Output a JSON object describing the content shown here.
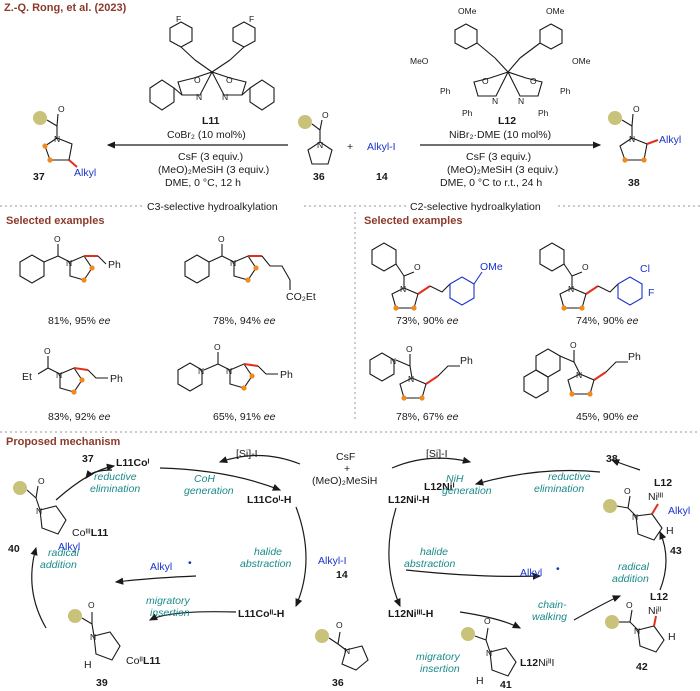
{
  "header": {
    "citation": "Z.-Q. Rong, et al. (2023)"
  },
  "top": {
    "ligand_left": "L11",
    "ligand_right": "L12",
    "catalyst_left": "CoBr₂ (10 mol%)",
    "base_left": "CsF (3 equiv.)",
    "silane_left": "(MeO)₂MeSiH (3 equiv.)",
    "cond_left": "DME, 0 °C, 12 h",
    "catalyst_right": "NiBr₂·DME (10 mol%)",
    "base_right": "CsF (3 equiv.)",
    "silane_right": "(MeO)₂MeSiH (3 equiv.)",
    "cond_right": "DME, 0 °C to r.t., 24 h",
    "plus": "+",
    "reagent": "Alkyl-I",
    "num_substrate": "36",
    "num_reagent": "14",
    "num_prod_left": "37",
    "num_prod_right": "38",
    "alkyl_label": "Alkyl",
    "ome": "OMe",
    "meo": "MeO",
    "F": "F",
    "Ph": "Ph",
    "N": "N",
    "O": "O"
  },
  "sections": {
    "c3_title": "C3-selective hydroalkylation",
    "c2_title": "C2-selective hydroalkylation",
    "selected": "Selected examples",
    "mechanism": "Proposed mechanism"
  },
  "examples_left": [
    {
      "yield": "81%, 95% ",
      "ee": "ee",
      "tail": "Ph"
    },
    {
      "yield": "78%, 94% ",
      "ee": "ee",
      "tail": "CO₂Et"
    },
    {
      "yield": "83%, 92% ",
      "ee": "ee",
      "tail": "Ph",
      "acyl": "Et"
    },
    {
      "yield": "65%, 91% ",
      "ee": "ee",
      "tail": "Ph"
    }
  ],
  "examples_right": [
    {
      "yield": "73%, 90% ",
      "ee": "ee",
      "sub": "OMe"
    },
    {
      "yield": "74%, 90% ",
      "ee": "ee",
      "sub1": "Cl",
      "sub2": "F"
    },
    {
      "yield": "78%, 67% ",
      "ee": "ee",
      "tail": "Ph"
    },
    {
      "yield": "45%, 90% ",
      "ee": "ee",
      "tail": "Ph"
    }
  ],
  "mech": {
    "si_i_left": "[Si]-I",
    "si_i_right": "[Si]-I",
    "csf": "CsF",
    "plus": "+",
    "silane": "(MeO)₂MeSiH",
    "l11coi": "L11Coᴵ",
    "l11coih": "L11Coᴵ-H",
    "l11coiih": "L11Coᴵᴵ-H",
    "l12nii": "L12Niᴵ",
    "l12niih": "L12Niᴵ-H",
    "l12niiih": "L12Niᴵᴵᴵ-H",
    "reductive_elim": "reductive elimination",
    "reductive": "reductive",
    "elimination": "elimination",
    "coh": "CoH",
    "nih": "NiH",
    "generation": "generation",
    "halide": "halide",
    "abstraction": "abstraction",
    "radical": "radical",
    "addition": "addition",
    "migratory": "migratory",
    "insertion": "insertion",
    "chain": "chain-",
    "walking": "walking",
    "alkyl_rad": "Alkyl",
    "alkyl_i": "Alkyl-I",
    "n14": "14",
    "n36": "36",
    "n37": "37",
    "n38": "38",
    "n39": "39",
    "n40": "40",
    "n41": "41",
    "n42": "42",
    "n43": "43",
    "co_iii": "Coᴵᴵᴵ",
    "co_ii": "Coᴵᴵ",
    "l11": "L11",
    "l12": "L12",
    "ni_iii": "Niᴵᴵᴵ",
    "ni_ii": "Niᴵᴵ",
    "l12niii": "L12Niᴵᴵᴵ",
    "H": "H",
    "I": "I"
  },
  "colors": {
    "header": "#8b3a2b",
    "teal": "#1a8a8a",
    "blue": "#1a33cc",
    "red": "#e0301e",
    "orange": "#f08a1c",
    "khaki": "#c9c27a"
  }
}
